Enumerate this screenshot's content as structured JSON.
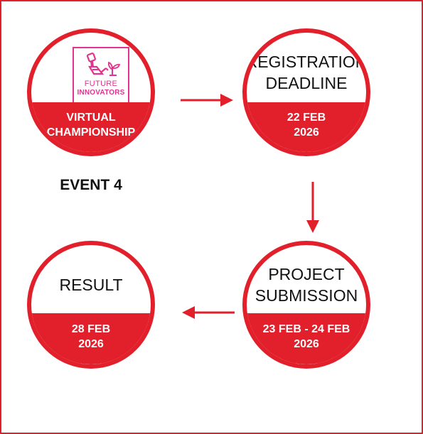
{
  "logo": {
    "line1": "FUTURE",
    "line2": "INNOVATORS"
  },
  "steps": [
    {
      "bottom_line1": "VIRTUAL",
      "bottom_line2": "CHAMPIONSHIP"
    },
    {
      "title_line1": "REGISTRATION",
      "title_line2": "DEADLINE",
      "date_line1": "22 FEB",
      "date_line2": "2026"
    },
    {
      "title_line1": "PROJECT",
      "title_line2": "SUBMISSION",
      "date_line1": "23 FEB - 24 FEB",
      "date_line2": "2026"
    },
    {
      "title_line1": "RESULT",
      "date_line1": "28 FEB",
      "date_line2": "2026"
    }
  ],
  "event_label": "EVENT 4",
  "colors": {
    "accent": "#e2202c",
    "logo": "#e2338f"
  }
}
